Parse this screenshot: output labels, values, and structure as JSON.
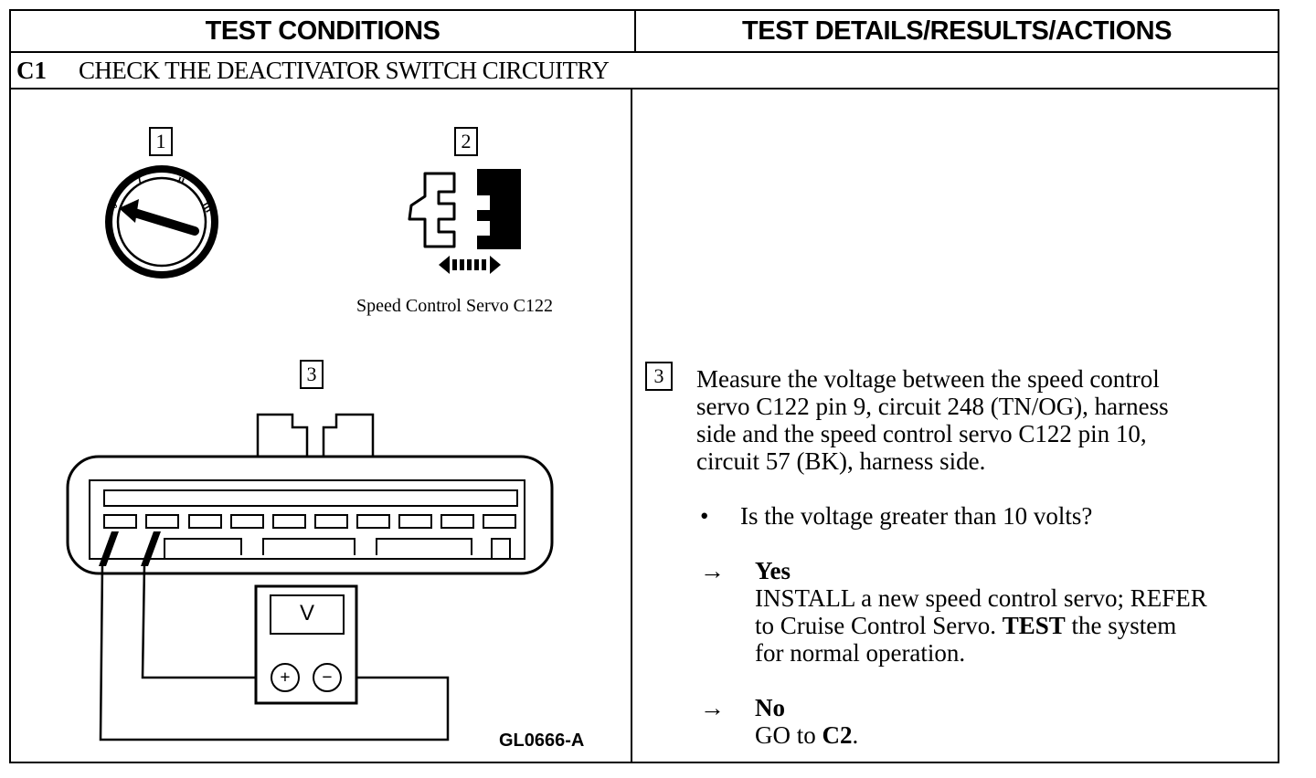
{
  "header": {
    "left_title": "TEST CONDITIONS",
    "right_title": "TEST DETAILS/RESULTS/ACTIONS"
  },
  "step": {
    "id": "C1",
    "title": "CHECK THE DEACTIVATOR SWITCH CIRCUITRY"
  },
  "figures": {
    "fig1_number": "1",
    "fig2_number": "2",
    "fig2_caption": "Speed Control Servo C122",
    "fig3_number": "3",
    "meter_label": "V",
    "plus_symbol": "+",
    "minus_symbol": "−",
    "ignition_marks": [
      "0",
      "I",
      "II",
      "III"
    ],
    "figure_id": "GL0666-A"
  },
  "details": {
    "step_number": "3",
    "instruction": "Measure the voltage between the speed control\nservo C122 pin 9, circuit 248 (TN/OG), harness\nside and the speed control servo C122 pin 10,\ncircuit 57 (BK), harness side.",
    "bullet": "•",
    "question": "Is the voltage greater than 10 volts?",
    "arrow": "→",
    "yes_label": "Yes",
    "yes_action_1": "INSTALL",
    "yes_action_2": " a new speed control servo; ",
    "yes_action_3": "REFER",
    "yes_action_4": "\nto Cruise Control Servo. ",
    "yes_action_5": "TEST",
    "yes_action_6": " the system\nfor normal operation.",
    "no_label": "No",
    "no_action_1": "GO",
    "no_action_2": " to ",
    "no_action_3": "C2",
    "no_action_4": "."
  }
}
